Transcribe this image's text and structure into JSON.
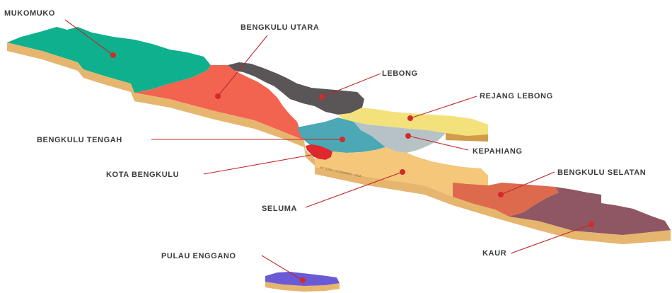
{
  "map": {
    "credit_text": "BY TEAM • HUTAMAWATI • 2018",
    "colors": {
      "mukomuko": "#0fb08e",
      "bengkulu_utara": "#f26350",
      "lebong": "#5a5556",
      "rejang_lebong": "#f3e27b",
      "kepahiang": "#b7c2c6",
      "bengkulu_tengah": "#4ba8b4",
      "kota_bengkulu": "#e0282d",
      "seluma": "#f4c77a",
      "bengkulu_selatan": "#de6a4d",
      "kaur": "#8e5763",
      "pulau_enggano": "#6a5ad6",
      "extrusion": "#e6b56e",
      "leader": "#c0282a"
    },
    "labels": {
      "mukomuko": "MUKOMUKO",
      "bengkulu_utara": "BENGKULU UTARA",
      "lebong": "LEBONG",
      "rejang_lebong": "REJANG LEBONG",
      "bengkulu_tengah": "BENGKULU TENGAH",
      "kepahiang": "KEPAHIANG",
      "kota_bengkulu": "KOTA BENGKULU",
      "bengkulu_selatan": "BENGKULU SELATAN",
      "seluma": "SELUMA",
      "kaur": "KAUR",
      "pulau_enggano": "PULAU ENGGANO"
    }
  }
}
